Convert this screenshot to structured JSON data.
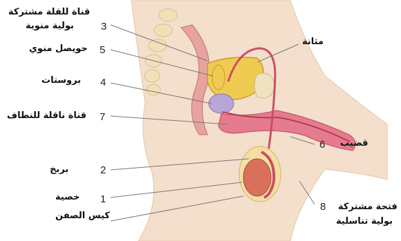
{
  "labels": {
    "ejaculatory_duct": "قناة للقلة مشتركة",
    "ejaculatory_duct_2": "بولية منوية",
    "seminal_vesicle": "حويصل منوي",
    "prostate": "بروستات",
    "vas_deferens": "قناة ناقلة للنطاف",
    "epididymis": "بربخ",
    "testis": "خصية",
    "scrotum": "كيس الصفن",
    "bladder": "مثانة",
    "penis": "قضيب",
    "urethral_opening": "فتحة مشتركة",
    "urethral_opening_2": "بولية تناسلية"
  },
  "numbers": {
    "n3": "3",
    "n5": "5",
    "n4": "4",
    "n7": "7",
    "n2": "2",
    "n1": "1",
    "n6": "6",
    "n8": "8"
  }
}
